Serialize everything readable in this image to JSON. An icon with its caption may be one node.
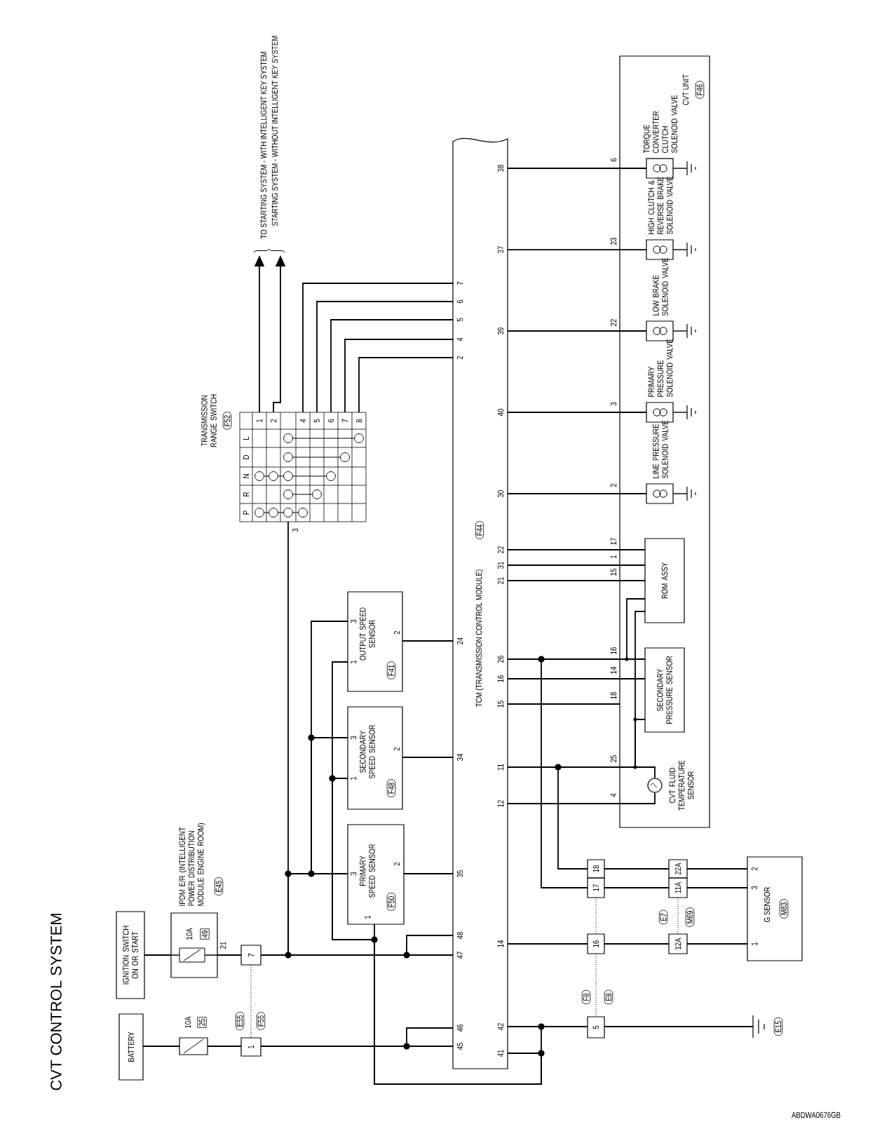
{
  "diagram": {
    "title": "CVT CONTROL SYSTEM",
    "nodes": [
      {
        "text": [
          "BATTERY"
        ]
      },
      {
        "text": [
          "IGNITION SWITCH ON OR START"
        ]
      },
      {
        "text": [
          "10A",
          "25"
        ]
      },
      {
        "text": [
          "IPDM E/R (INTELLIGENT POWER DISTRIBUTION MODULE ENGINE ROOM)",
          "E45",
          "10A",
          "49"
        ]
      },
      {
        "text": [
          "1"
        ]
      },
      {
        "text": [
          "7"
        ]
      },
      {
        "text": [
          "PRIMARY SPEED SENSOR",
          "F50"
        ]
      },
      {
        "text": [
          "SECONDARY SPEED SENSOR",
          "F48"
        ]
      },
      {
        "text": [
          "OUTPUT SPEED SENSOR",
          "F41"
        ]
      },
      {
        "text": [
          "TRANSMISSION RANGE SWITCH",
          "F52"
        ]
      },
      {
        "text": [
          "TCM (TRANSMISSION CONTROL MODULE)",
          "F44"
        ]
      },
      {
        "text": [
          "TO STARTING SYSTEM - WITH INTELLIGENT KEY SYSTEM",
          "STARTING SYSTEM - WITHOUT INTELLIGENT KEY SYSTEM"
        ]
      },
      {
        "text": [
          "CVT UNIT",
          "F46"
        ]
      },
      {
        "text": [
          "TORQUE CONVERTER CLUTCH SOLENOID VALVE"
        ],
        "in": 12
      },
      {
        "text": [
          "HIGH CLUTCH & REVERSE BRAKE SOLENOID VALVE"
        ],
        "in": 12
      },
      {
        "text": [
          "LOW BRAKE SOLENOID VALVE"
        ],
        "in": 12
      },
      {
        "text": [
          "PRIMARY PRESSURE SOLENOID VALVE"
        ],
        "in": 12
      },
      {
        "text": [
          "LINE PRESSURE SOLENOID VALVE"
        ],
        "in": 12
      },
      {
        "text": [
          "ROM ASSY"
        ],
        "in": 12
      },
      {
        "text": [
          "SECONDARY PRESSURE SENSOR"
        ],
        "in": 12
      },
      {
        "text": [
          "CVT FLUID TEMPERATURE SENSOR"
        ],
        "in": 12
      },
      {
        "text": [
          "18"
        ]
      },
      {
        "text": [
          "17"
        ]
      },
      {
        "text": [
          "16"
        ]
      },
      {
        "text": [
          "5"
        ]
      },
      {
        "text": [
          "22A"
        ]
      },
      {
        "text": [
          "11A"
        ]
      },
      {
        "text": [
          "12A"
        ]
      },
      {
        "text": [
          "G SENSOR",
          "M83"
        ]
      },
      {
        "text": [
          "E15"
        ]
      }
    ],
    "edges": [
      {
        "from": 0,
        "to": 2,
        "arrow": "none"
      },
      {
        "from": 2,
        "to": 4,
        "arrow": "none"
      },
      {
        "from": 4,
        "to": 10,
        "arrow": "none"
      },
      {
        "from": 1,
        "to": 3,
        "arrow": "none"
      },
      {
        "from": 3,
        "to": 5,
        "arrow": "none"
      },
      {
        "from": 5,
        "to": 10,
        "arrow": "none"
      },
      {
        "from": 5,
        "to": 6,
        "arrow": "none"
      },
      {
        "from": 5,
        "to": 7,
        "arrow": "none"
      },
      {
        "from": 5,
        "to": 8,
        "arrow": "none"
      },
      {
        "from": 5,
        "to": 9,
        "arrow": "none"
      },
      {
        "from": 6,
        "to": 10,
        "arrow": "none"
      },
      {
        "from": 7,
        "to": 10,
        "arrow": "none"
      },
      {
        "from": 8,
        "to": 10,
        "arrow": "none"
      },
      {
        "from": 9,
        "to": 10,
        "arrow": "none"
      },
      {
        "from": 9,
        "to": 10,
        "arrow": "none"
      },
      {
        "from": 9,
        "to": 10,
        "arrow": "none"
      },
      {
        "from": 9,
        "to": 10,
        "arrow": "none"
      },
      {
        "from": 9,
        "to": 10,
        "arrow": "none"
      },
      {
        "from": 9,
        "to": 11,
        "arrow": "to"
      },
      {
        "from": 9,
        "to": 11,
        "arrow": "to"
      },
      {
        "from": 10,
        "to": 13,
        "arrow": "none"
      },
      {
        "from": 10,
        "to": 14,
        "arrow": "none"
      },
      {
        "from": 10,
        "to": 15,
        "arrow": "none"
      },
      {
        "from": 10,
        "to": 16,
        "arrow": "none"
      },
      {
        "from": 10,
        "to": 17,
        "arrow": "none"
      },
      {
        "from": 10,
        "to": 18,
        "arrow": "none"
      },
      {
        "from": 10,
        "to": 18,
        "arrow": "none"
      },
      {
        "from": 10,
        "to": 18,
        "arrow": "none"
      },
      {
        "from": 10,
        "to": 19,
        "arrow": "none"
      },
      {
        "from": 10,
        "to": 18,
        "arrow": "none"
      },
      {
        "from": 10,
        "to": 19,
        "arrow": "none"
      },
      {
        "from": 10,
        "to": 12,
        "arrow": "none"
      },
      {
        "from": 10,
        "to": 20,
        "arrow": "none"
      },
      {
        "from": 10,
        "to": 18,
        "arrow": "none"
      },
      {
        "from": 10,
        "to": 19,
        "arrow": "none"
      },
      {
        "from": 10,
        "to": 20,
        "arrow": "none"
      },
      {
        "from": 10,
        "to": 21,
        "arrow": "none"
      },
      {
        "from": 10,
        "to": 22,
        "arrow": "none"
      },
      {
        "from": 10,
        "to": 23,
        "arrow": "none"
      },
      {
        "from": 10,
        "to": 24,
        "arrow": "none"
      },
      {
        "from": 10,
        "to": 6,
        "arrow": "none"
      },
      {
        "from": 10,
        "to": 7,
        "arrow": "none"
      },
      {
        "from": 10,
        "to": 8,
        "arrow": "none"
      },
      {
        "from": 21,
        "to": 25,
        "arrow": "none"
      },
      {
        "from": 22,
        "to": 26,
        "arrow": "none"
      },
      {
        "from": 23,
        "to": 27,
        "arrow": "none"
      },
      {
        "from": 24,
        "to": 29,
        "arrow": "none"
      },
      {
        "from": 25,
        "to": 28,
        "arrow": "none"
      },
      {
        "from": 26,
        "to": 28,
        "arrow": "none"
      },
      {
        "from": 27,
        "to": 28,
        "arrow": "none"
      },
      {
        "from": 5,
        "to": 4,
        "arrow": "none",
        "style": "dashed"
      },
      {
        "from": 22,
        "to": 23,
        "arrow": "none",
        "style": "dashed"
      },
      {
        "from": 23,
        "to": 24,
        "arrow": "none",
        "style": "dashed"
      },
      {
        "from": 26,
        "to": 27,
        "arrow": "none",
        "style": "dashed"
      }
    ],
    "labels": [
      "E55",
      "F55",
      "21",
      "3",
      "2",
      "1",
      "3",
      "1",
      "2",
      "3",
      "1",
      "2",
      "1",
      "2",
      "4",
      "5",
      "6",
      "7",
      "8",
      "3",
      "P",
      "R",
      "N",
      "D",
      "L",
      "7",
      "6",
      "5",
      "4",
      "2",
      "24",
      "34",
      "35",
      "48",
      "47",
      "46",
      "45",
      "38",
      "37",
      "39",
      "40",
      "30",
      "22",
      "31",
      "21",
      "26",
      "16",
      "15",
      "11",
      "12",
      "14",
      "42",
      "41",
      "6",
      "23",
      "22",
      "3",
      "2",
      "17",
      "1",
      "15",
      "16",
      "14",
      "18",
      "25",
      "4",
      "F8",
      "E8",
      "E7",
      "M69",
      "2",
      "3",
      "1",
      "ABDWA0676GB"
    ]
  }
}
